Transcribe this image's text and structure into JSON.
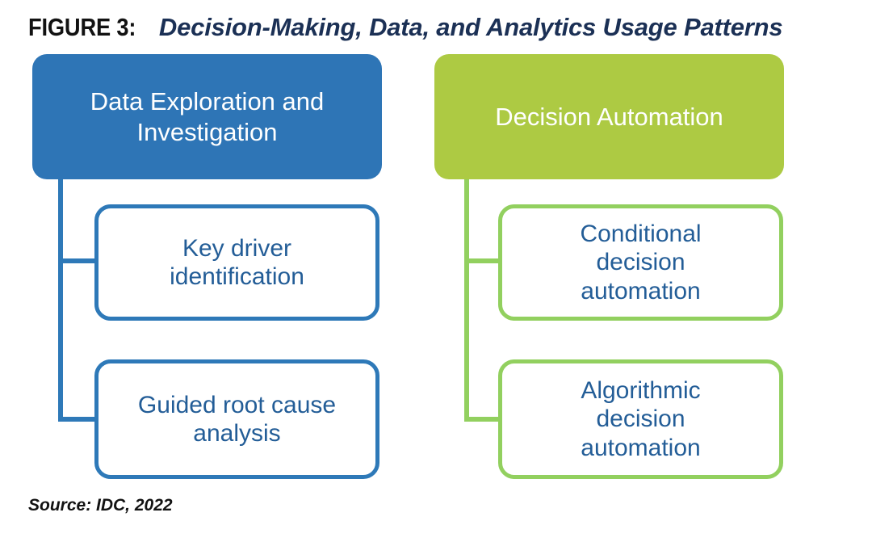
{
  "title": {
    "label": "FIGURE 3:",
    "text": "Decision-Making, Data, and Analytics Usage Patterns"
  },
  "diagram": {
    "columns": [
      {
        "header": "Data Exploration and\nInvestigation",
        "fill_color": "#2E75B6",
        "line_color": "#2E79B8",
        "children": [
          "Key driver\nidentification",
          "Guided root cause\nanalysis"
        ]
      },
      {
        "header": "Decision Automation",
        "fill_color": "#ADCA43",
        "line_color": "#92D05F",
        "children": [
          "Conditional\ndecision\nautomation",
          "Algorithmic\ndecision\nautomation"
        ]
      }
    ],
    "child_text_color": "#235D97",
    "header_text_color": "#FFFFFF"
  },
  "source": "Source: IDC, 2022"
}
